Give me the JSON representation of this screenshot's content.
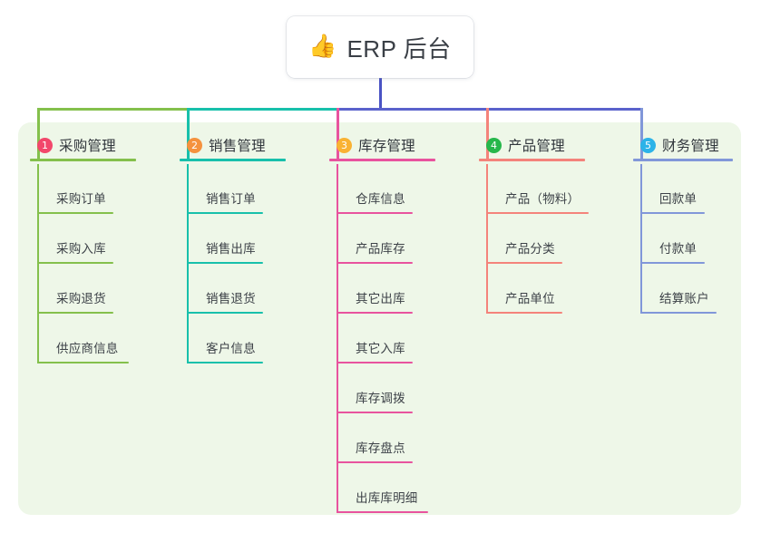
{
  "root": {
    "icon": "thumbs-up-icon",
    "icon_glyph": "👍",
    "title": "ERP 后台"
  },
  "colors": {
    "panel_bg": "#eef7e8",
    "page_bg": "#ffffff",
    "root_stem": "#4a53c4",
    "trunk_left": "#84c04c",
    "trunk_mid": "#18c0ab",
    "trunk_right": "#5a62cc",
    "text": "#3d4248"
  },
  "columns": [
    {
      "index": "1",
      "title": "采购管理",
      "badge_color": "#f2476b",
      "line_color": "#84c04c",
      "head_rule_width": 117,
      "leaves": [
        {
          "label": "采购订单",
          "rule_width": 84
        },
        {
          "label": "采购入库",
          "rule_width": 84
        },
        {
          "label": "采购退货",
          "rule_width": 84
        },
        {
          "label": "供应商信息",
          "rule_width": 101
        }
      ]
    },
    {
      "index": "2",
      "title": "销售管理",
      "badge_color": "#f5923e",
      "line_color": "#18c0ab",
      "head_rule_width": 117,
      "leaves": [
        {
          "label": "销售订单",
          "rule_width": 84
        },
        {
          "label": "销售出库",
          "rule_width": 84
        },
        {
          "label": "销售退货",
          "rule_width": 84
        },
        {
          "label": "客户信息",
          "rule_width": 84
        }
      ]
    },
    {
      "index": "3",
      "title": "库存管理",
      "badge_color": "#f9b233",
      "line_color": "#e8539e",
      "head_rule_width": 117,
      "leaves": [
        {
          "label": "仓库信息",
          "rule_width": 84
        },
        {
          "label": "产品库存",
          "rule_width": 84
        },
        {
          "label": "其它出库",
          "rule_width": 84
        },
        {
          "label": "其它入库",
          "rule_width": 84
        },
        {
          "label": "库存调拨",
          "rule_width": 84
        },
        {
          "label": "库存盘点",
          "rule_width": 84
        },
        {
          "label": "出库库明细",
          "rule_width": 101
        }
      ]
    },
    {
      "index": "4",
      "title": "产品管理",
      "badge_color": "#26b74b",
      "line_color": "#f4837b",
      "head_rule_width": 117,
      "leaves": [
        {
          "label": "产品（物料）",
          "rule_width": 113
        },
        {
          "label": "产品分类",
          "rule_width": 84
        },
        {
          "label": "产品单位",
          "rule_width": 84
        }
      ]
    },
    {
      "index": "5",
      "title": "财务管理",
      "badge_color": "#2cb3e8",
      "line_color": "#8197d9",
      "head_rule_width": 110,
      "leaves": [
        {
          "label": "回款单",
          "rule_width": 71
        },
        {
          "label": "付款单",
          "rule_width": 71
        },
        {
          "label": "结算账户",
          "rule_width": 84
        }
      ]
    }
  ]
}
